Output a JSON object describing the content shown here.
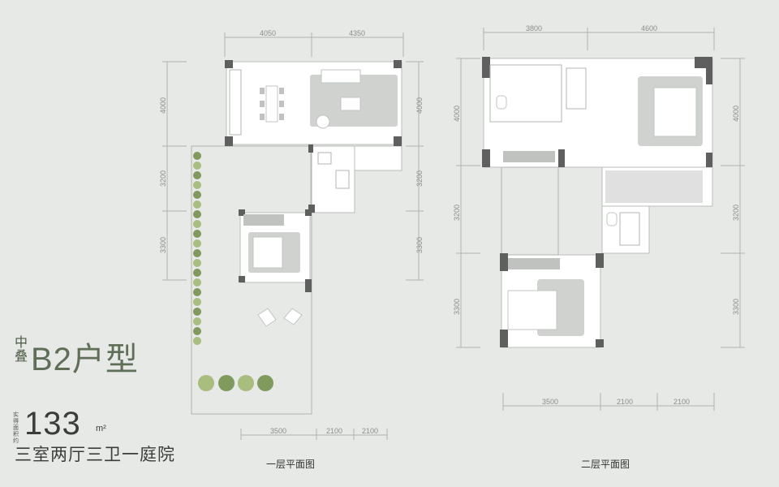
{
  "title": {
    "prefix": "中叠",
    "type_name": "B2户型",
    "area_label": "实得面积约",
    "area_value": "133",
    "area_unit": "m²",
    "layout_desc": "三室两厅三卫一庭院"
  },
  "floor1": {
    "caption": "一层平面图",
    "dims_top": [
      "4050",
      "4350"
    ],
    "dims_left": [
      "4000",
      "3200",
      "3300"
    ],
    "dims_right": [
      "4000",
      "3200",
      "3300"
    ],
    "dims_bottom": [
      "3500",
      "2100",
      "2100"
    ]
  },
  "floor2": {
    "caption": "二层平面图",
    "dims_top": [
      "3800",
      "4600"
    ],
    "dims_left": [
      "4000",
      "3200",
      "3300"
    ],
    "dims_right": [
      "4000",
      "3200",
      "3300"
    ],
    "dims_bottom": [
      "3500",
      "2100",
      "2100"
    ]
  },
  "colors": {
    "background": "#e6e9e6",
    "wall": "#5f5f5f",
    "accent_title": "#5f6f57",
    "plant": "#7f9a5c"
  }
}
